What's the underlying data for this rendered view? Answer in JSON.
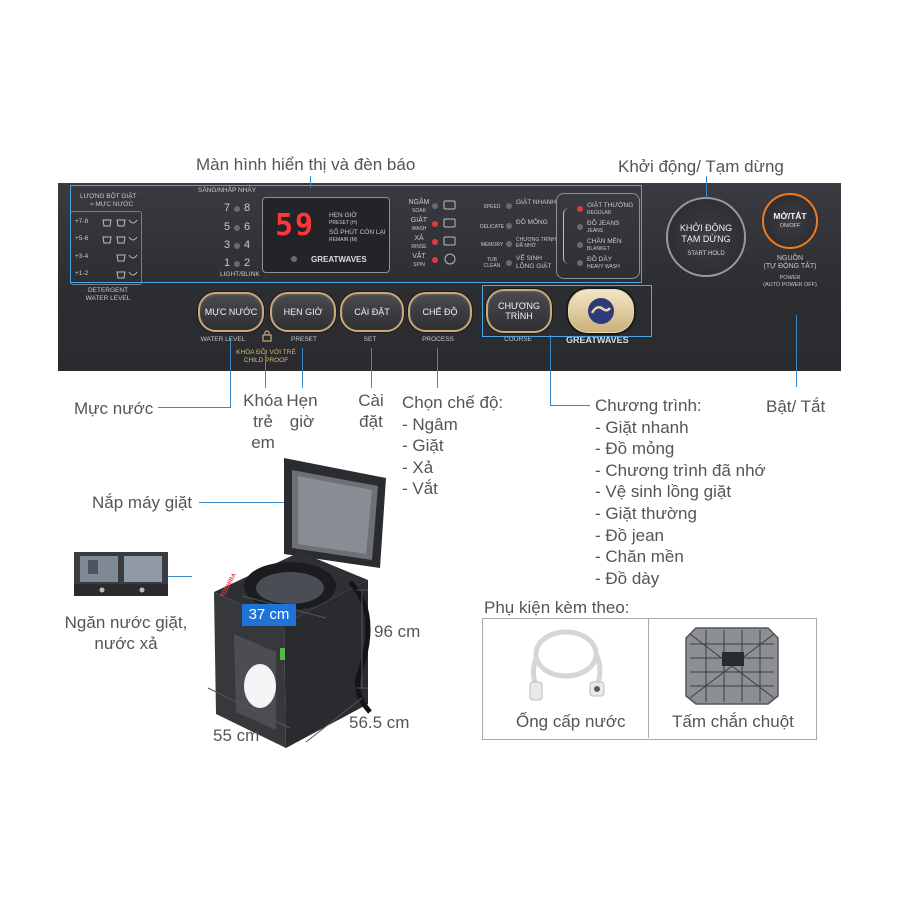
{
  "annotations": {
    "display": "Màn hình hiển thị và đèn báo",
    "start_pause": "Khởi động/ Tạm dừng",
    "water_level": "Mực nước",
    "child_lock": [
      "Khóa",
      "trẻ",
      "em"
    ],
    "preset": [
      "Hẹn",
      "giờ"
    ],
    "setting": [
      "Cài",
      "đặt"
    ],
    "power": "Bật/ Tắt",
    "mode_title": "Chọn chế độ:",
    "mode_items": [
      "- Ngâm",
      "- Giặt",
      "- Xả",
      "- Vắt"
    ],
    "program_title": "Chương trình:",
    "program_items": [
      "- Giặt nhanh",
      "- Đồ mỏng",
      "- Chương trình đã nhớ",
      "- Vệ sinh lồng giặt",
      "- Giặt thường",
      "- Đồ jean",
      "- Chăn mền",
      "- Đồ dày"
    ],
    "lid": "Nắp máy giặt",
    "detergent_drawer": [
      "Ngăn nước giặt,",
      "nước xả"
    ],
    "dim_inner": "37 cm",
    "dim_height": "96 cm",
    "dim_depth": "56.5 cm",
    "dim_width": "55 cm"
  },
  "accessories": {
    "title": "Phụ kiện kèm theo:",
    "items": [
      "Ống cấp nước",
      "Tấm chắn chuột"
    ]
  },
  "panel": {
    "detergent_title": "LƯỢNG BỘT GIẶT",
    "detergent_sub": "≈ MỰC NƯỚC",
    "detergent_levels": [
      "+7-8",
      "+5-6",
      "+3-4",
      "+1-2"
    ],
    "detergent_footer": [
      "DETERGENT",
      "WATER LEVEL"
    ],
    "light_title": "SÁNG/NHẤP NHÁY",
    "water_numbers": [
      "7",
      "8",
      "5",
      "6",
      "3",
      "4",
      "1",
      "2"
    ],
    "light_footer": "LIGHT/BLINK",
    "display_digits": "59",
    "display_labels": [
      "HẸN GIỜ",
      "PRESET (H)",
      "SỐ PHÚT CÒN LẠI",
      "REMAIN (M)"
    ],
    "display_brand": "GREATWAVES",
    "process": [
      {
        "vi": "NGÂM",
        "en": "SOAK"
      },
      {
        "vi": "GIẶT",
        "en": "WASH"
      },
      {
        "vi": "XẢ",
        "en": "RINSE"
      },
      {
        "vi": "VẮT",
        "en": "SPIN"
      }
    ],
    "courses_left": [
      {
        "en": "SPEED",
        "vi": "GIẶT NHANH"
      },
      {
        "en": "DELICATE",
        "vi": "ĐỒ MỎNG"
      },
      {
        "en": "MEMORY",
        "vi": "CHƯƠNG TRÌNH ĐÃ NHỚ"
      },
      {
        "en": "TUB CLEAN",
        "vi": "VỆ SINH LỒNG GIẶT"
      }
    ],
    "courses_right": [
      {
        "vi": "GIẶT THƯỜNG",
        "en": "REGULAR"
      },
      {
        "vi": "ĐỒ JEANS",
        "en": "JEANS"
      },
      {
        "vi": "CHĂN MỀN",
        "en": "BLANKET"
      },
      {
        "vi": "ĐỒ DÀY",
        "en": "HEAVY WASH"
      }
    ],
    "start_button": {
      "vi": "KHỞI ĐỘNG TẠM DỪNG",
      "en": "START HOLD"
    },
    "power_button": {
      "vi": "MỞ/TẮT",
      "en": "ON/OFF"
    },
    "power_caption": [
      "NGUỒN",
      "(TỰ ĐỘNG TẮT)",
      "POWER",
      "(AUTO POWER OFF)"
    ],
    "buttons": [
      {
        "label": "MỰC NƯỚC",
        "caption": "WATER LEVEL"
      },
      {
        "label": "HẸN GIỜ",
        "caption": "PRESET"
      },
      {
        "label": "CÀI ĐẶT",
        "caption": "SET"
      },
      {
        "label": "CHẾ ĐỘ",
        "caption": "PROCESS"
      },
      {
        "label": "CHƯƠNG TRÌNH",
        "caption": "COURSE"
      }
    ],
    "child_lock_caption": [
      "KHÓA ĐỒI VỚI TRẺ",
      "CHILD PROOF"
    ],
    "brand_button": "GREATWAVES",
    "machine_brand": "TOSHIBA"
  },
  "colors": {
    "panel": "#2f3034",
    "accent_gold": "#c8a977",
    "led_red": "#e03a3a",
    "power_orange": "#f07a1e",
    "callout_blue": "#3a88c8",
    "dimension_fill": "#1e73d6"
  }
}
